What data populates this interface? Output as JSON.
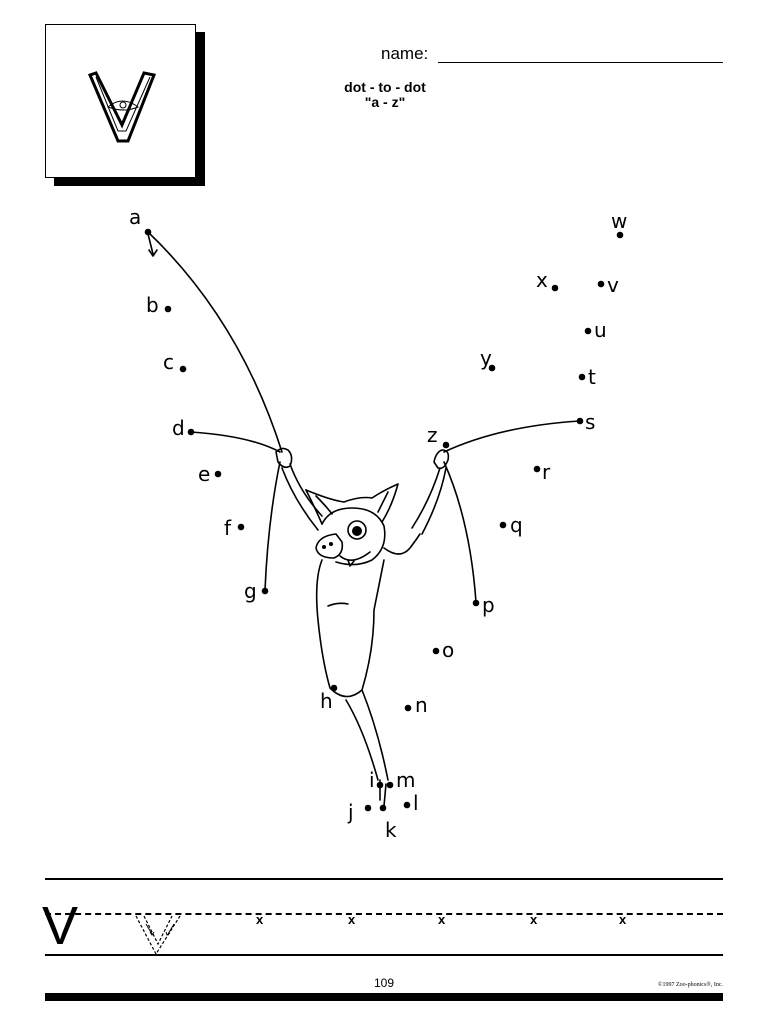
{
  "header": {
    "letter": "v",
    "name_label": "name:",
    "title_line1": "dot - to - dot",
    "title_line2": "\"a - z\""
  },
  "dots": [
    {
      "label": "a"
    },
    {
      "label": "b"
    },
    {
      "label": "c"
    },
    {
      "label": "d"
    },
    {
      "label": "e"
    },
    {
      "label": "f"
    },
    {
      "label": "g"
    },
    {
      "label": "h"
    },
    {
      "label": "i"
    },
    {
      "label": "j"
    },
    {
      "label": "k"
    },
    {
      "label": "l"
    },
    {
      "label": "m"
    },
    {
      "label": "n"
    },
    {
      "label": "o"
    },
    {
      "label": "p"
    },
    {
      "label": "q"
    },
    {
      "label": "r"
    },
    {
      "label": "s"
    },
    {
      "label": "t"
    },
    {
      "label": "u"
    },
    {
      "label": "v"
    },
    {
      "label": "w"
    },
    {
      "label": "x"
    },
    {
      "label": "y"
    },
    {
      "label": "z"
    }
  ],
  "practice": {
    "letter": "V",
    "marks": [
      "x",
      "x",
      "x",
      "x",
      "x"
    ]
  },
  "footer": {
    "page_number": "109",
    "copyright": "©1997 Zoo-phonics®, Inc."
  },
  "colors": {
    "ink": "#000000",
    "paper": "#ffffff"
  }
}
